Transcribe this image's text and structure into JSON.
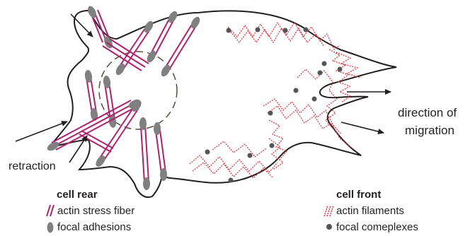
{
  "labels": {
    "retraction": "retraction",
    "direction_line1": "direction of",
    "direction_line2": "migration"
  },
  "legend_rear": {
    "title": "cell rear",
    "items": [
      {
        "icon": "stress-fiber-icon",
        "text": "actin stress fiber"
      },
      {
        "icon": "focal-adhesion-icon",
        "text": "focal adhesions"
      }
    ]
  },
  "legend_front": {
    "title": "cell front",
    "items": [
      {
        "icon": "actin-filament-icon",
        "text": "actin filaments"
      },
      {
        "icon": "focal-complex-icon",
        "text": "focal comeplexes"
      }
    ]
  },
  "colors": {
    "fiber": "#b0206e",
    "filament": "#d8404c",
    "adhesion": "#808080",
    "complex": "#555555",
    "outline": "#231f20",
    "nucleus": "#5a4a3e"
  }
}
